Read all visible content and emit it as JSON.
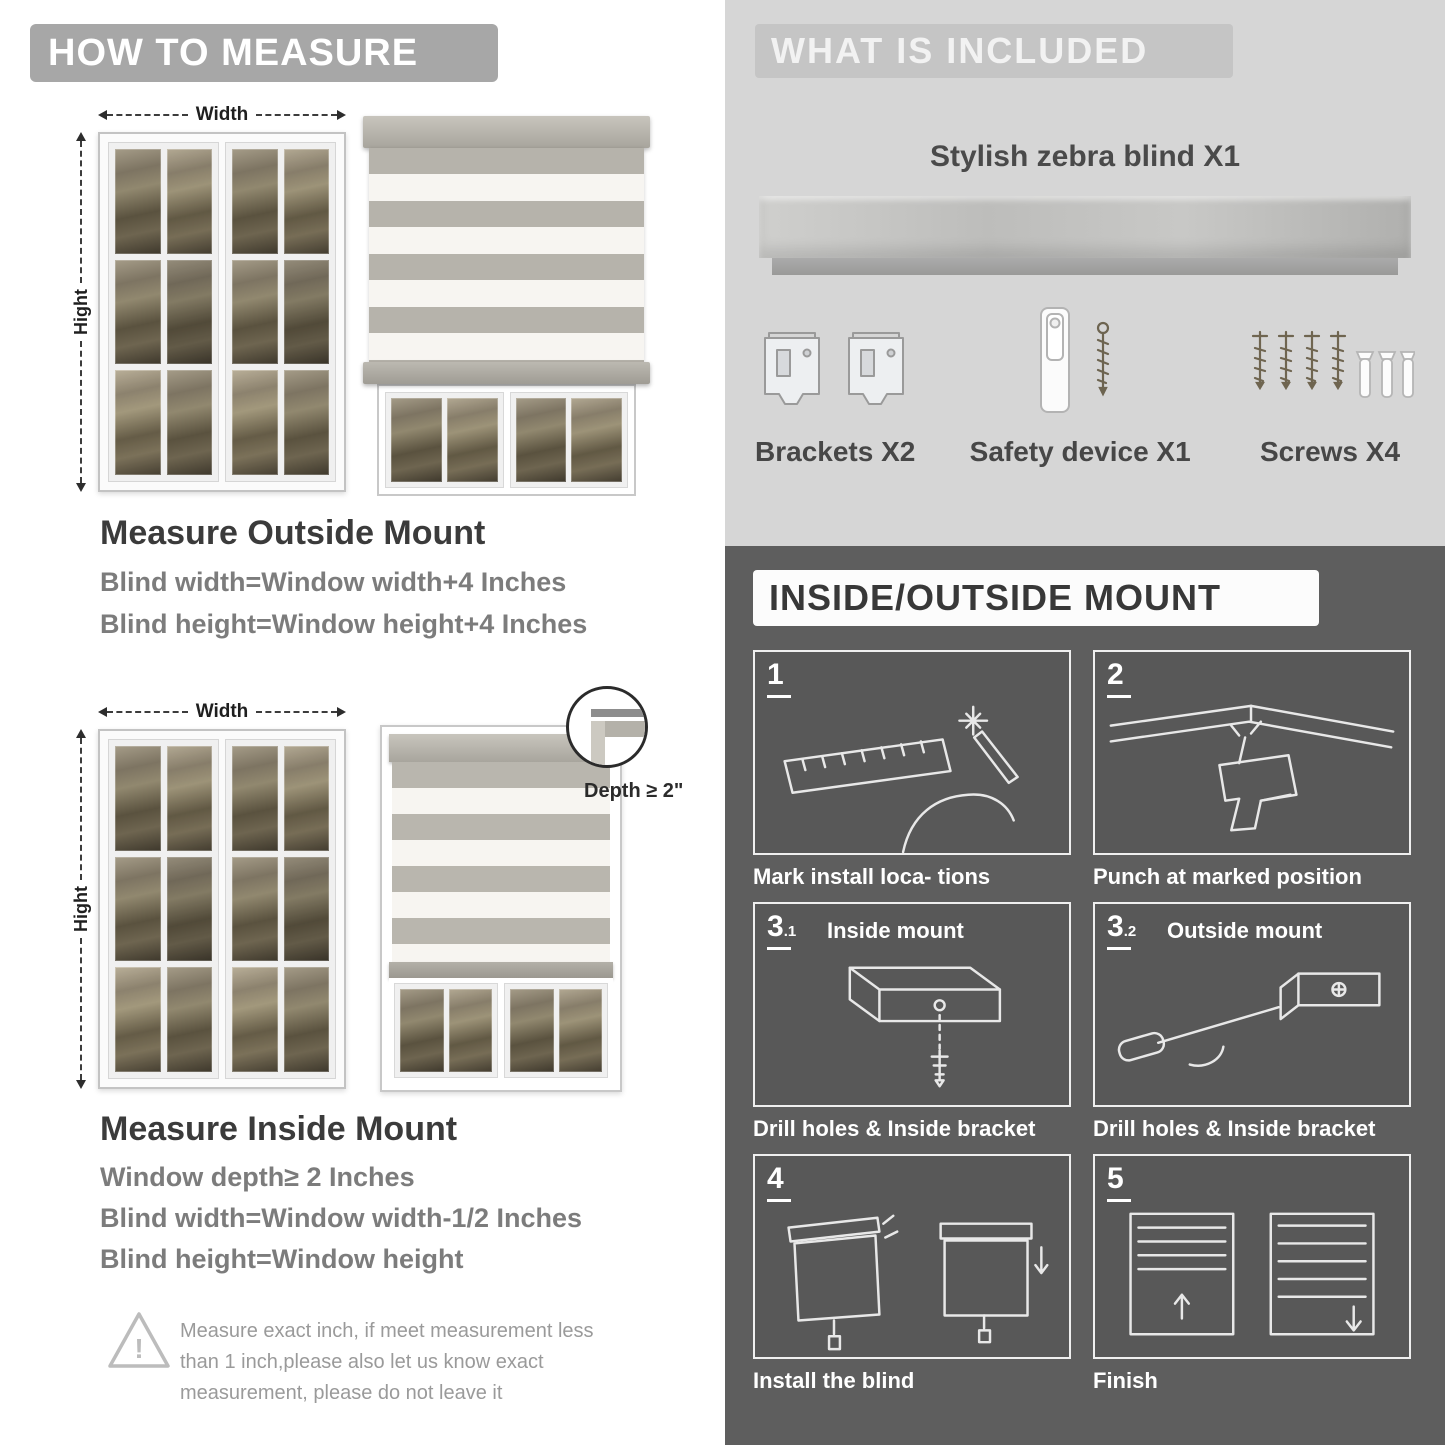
{
  "left": {
    "banner": "HOW TO MEASURE",
    "width_label": "Width",
    "height_label": "Hight",
    "outside": {
      "heading": "Measure Outside Mount",
      "line1": "Blind width=Window width+4 Inches",
      "line2": "Blind height=Window height+4 Inches"
    },
    "inside": {
      "depth_label": "Depth ≥ 2\"",
      "heading": "Measure Inside Mount",
      "line1": "Window depth≥ 2 Inches",
      "line2": "Blind width=Window width-1/2 Inches",
      "line3": "Blind height=Window height"
    },
    "warning_text": "Measure exact inch, if meet measurement less than 1 inch,please also let us know exact measurement, please do not leave it"
  },
  "included": {
    "banner": "WHAT IS INCLUDED",
    "product_title": "Stylish zebra blind X1",
    "items": [
      {
        "label": "Brackets X2",
        "icon": "bracket-icon"
      },
      {
        "label": "Safety device X1",
        "icon": "safety-device-icon"
      },
      {
        "label": "Screws X4",
        "icon": "screw-icon"
      }
    ]
  },
  "mount": {
    "banner": "INSIDE/OUTSIDE MOUNT",
    "steps": [
      {
        "num": "1",
        "sub": "",
        "title": "",
        "caption": "Mark install loca- tions"
      },
      {
        "num": "2",
        "sub": "",
        "title": "",
        "caption": "Punch at  marked position"
      },
      {
        "num": "3",
        "sub": ".1",
        "title": "Inside mount",
        "caption": "Drill holes &  Inside bracket"
      },
      {
        "num": "3",
        "sub": ".2",
        "title": "Outside mount",
        "caption": "Drill holes &  Inside bracket"
      },
      {
        "num": "4",
        "sub": "",
        "title": "",
        "caption": "Install the blind"
      },
      {
        "num": "5",
        "sub": "",
        "title": "",
        "caption": "Finish"
      }
    ]
  },
  "colors": {
    "banner_gray": "#a7a7a7",
    "section_light": "#d6d6d6",
    "section_dark": "#5e5e5e"
  }
}
